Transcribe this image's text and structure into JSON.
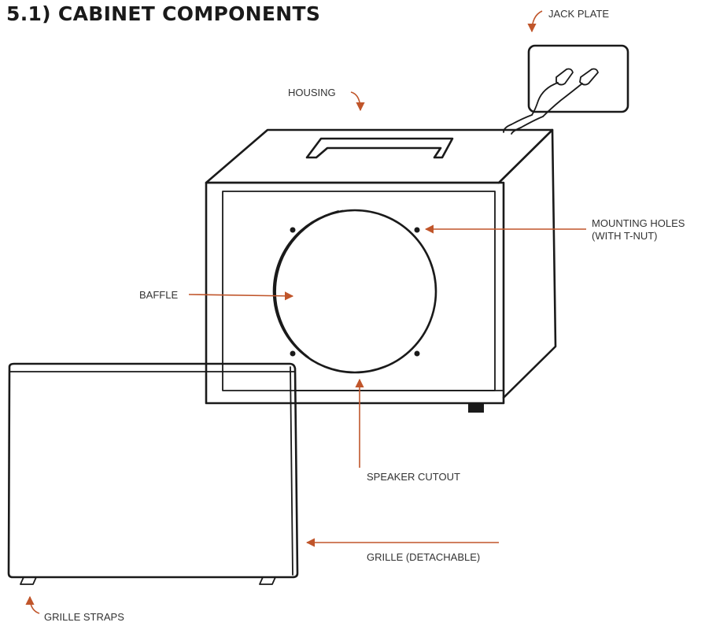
{
  "title": "5.1) CABINET COMPONENTS",
  "colors": {
    "ink": "#1a1a1a",
    "accent": "#c0552a",
    "label": "#333333",
    "background": "#ffffff"
  },
  "labels": {
    "jack_plate": "JACK PLATE",
    "housing": "HOUSING",
    "mounting_holes_line1": "MOUNTING HOLES",
    "mounting_holes_line2": "(WITH T-NUT)",
    "baffle": "BAFFLE",
    "speaker_cutout": "SPEAKER CUTOUT",
    "grille": "GRILLE (DETACHABLE)",
    "grille_straps": "GRILLE STRAPS"
  }
}
